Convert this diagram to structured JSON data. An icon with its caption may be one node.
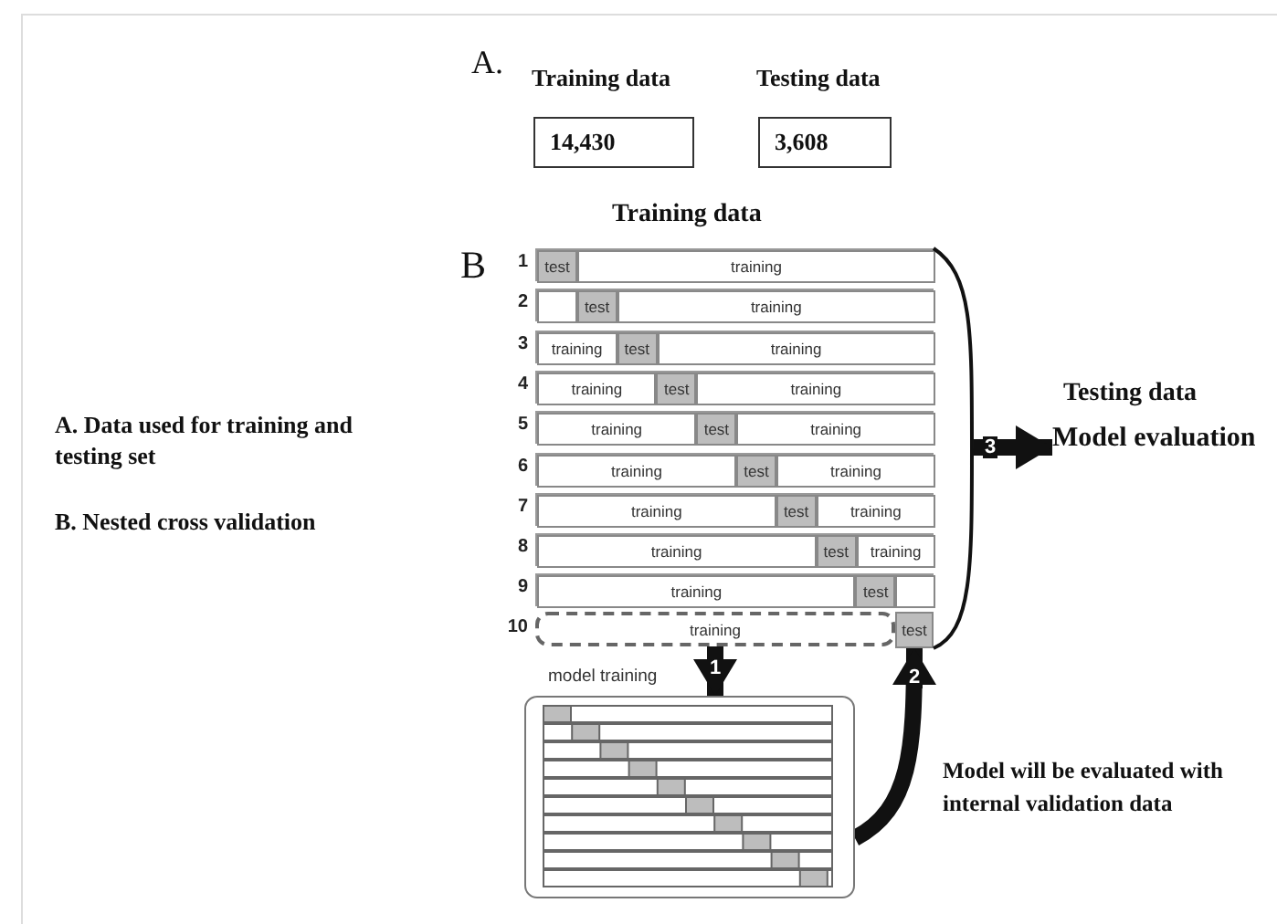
{
  "diagram": {
    "nodes": [
      {
        "text": [
          "Training data",
          "14,430"
        ]
      },
      {
        "text": [
          "Testing data",
          "3,608"
        ]
      },
      {
        "text": [],
        "shape": "bar",
        "beside": [
          "1"
        ]
      },
      {
        "text": [
          "test"
        ],
        "in": 2
      },
      {
        "text": [
          "training"
        ],
        "in": 2
      },
      {
        "text": [],
        "shape": "bar",
        "beside": [
          "2"
        ]
      },
      {
        "text": [],
        "shape": "box",
        "in": 5
      },
      {
        "text": [
          "test"
        ],
        "in": 5
      },
      {
        "text": [
          "training"
        ],
        "in": 5
      },
      {
        "text": [],
        "shape": "bar",
        "beside": [
          "3"
        ]
      },
      {
        "text": [
          "training"
        ],
        "in": 9
      },
      {
        "text": [
          "test"
        ],
        "in": 9
      },
      {
        "text": [
          "training"
        ],
        "in": 9
      },
      {
        "text": [],
        "shape": "bar",
        "beside": [
          "4"
        ]
      },
      {
        "text": [
          "training"
        ],
        "in": 13
      },
      {
        "text": [
          "test"
        ],
        "in": 13
      },
      {
        "text": [
          "training"
        ],
        "in": 13
      },
      {
        "text": [],
        "shape": "bar",
        "beside": [
          "5"
        ]
      },
      {
        "text": [
          "training"
        ],
        "in": 17
      },
      {
        "text": [
          "test"
        ],
        "in": 17
      },
      {
        "text": [
          "training"
        ],
        "in": 17
      },
      {
        "text": [],
        "shape": "bar",
        "beside": [
          "6"
        ]
      },
      {
        "text": [
          "training"
        ],
        "in": 21
      },
      {
        "text": [
          "test"
        ],
        "in": 21
      },
      {
        "text": [
          "training"
        ],
        "in": 21
      },
      {
        "text": [],
        "shape": "bar",
        "beside": [
          "7"
        ]
      },
      {
        "text": [
          "training"
        ],
        "in": 25
      },
      {
        "text": [
          "test"
        ],
        "in": 25
      },
      {
        "text": [
          "training"
        ],
        "in": 25
      },
      {
        "text": [],
        "shape": "bar",
        "beside": [
          "8"
        ]
      },
      {
        "text": [
          "training"
        ],
        "in": 29
      },
      {
        "text": [
          "test"
        ],
        "in": 29
      },
      {
        "text": [
          "training"
        ],
        "in": 29
      },
      {
        "text": [],
        "shape": "bar",
        "beside": [
          "9"
        ]
      },
      {
        "text": [
          "training"
        ],
        "in": 33
      },
      {
        "text": [
          "test"
        ],
        "in": 33
      },
      {
        "text": [],
        "shape": "box",
        "in": 33
      },
      {
        "text": [
          "training"
        ],
        "beside": [
          "10"
        ]
      },
      {
        "text": [
          "test"
        ]
      },
      {
        "text": [
          "model training"
        ]
      },
      {
        "text": [
          "Testing data",
          "Model evaluation"
        ]
      },
      {
        "text": [],
        "shape": "bracket"
      }
    ],
    "edges": [
      {
        "from": 37,
        "to": 39,
        "arrow": "to",
        "label": "1"
      },
      {
        "from": 39,
        "to": 38,
        "arrow": "to",
        "label": "2"
      },
      {
        "from": 41,
        "to": 40,
        "arrow": "to",
        "label": "3"
      }
    ],
    "labels": [
      "A.",
      "Training data",
      "B",
      "A. Data used for training and testing set",
      "B. Nested cross validation",
      "Model will be evaluated with internal validation data"
    ]
  }
}
